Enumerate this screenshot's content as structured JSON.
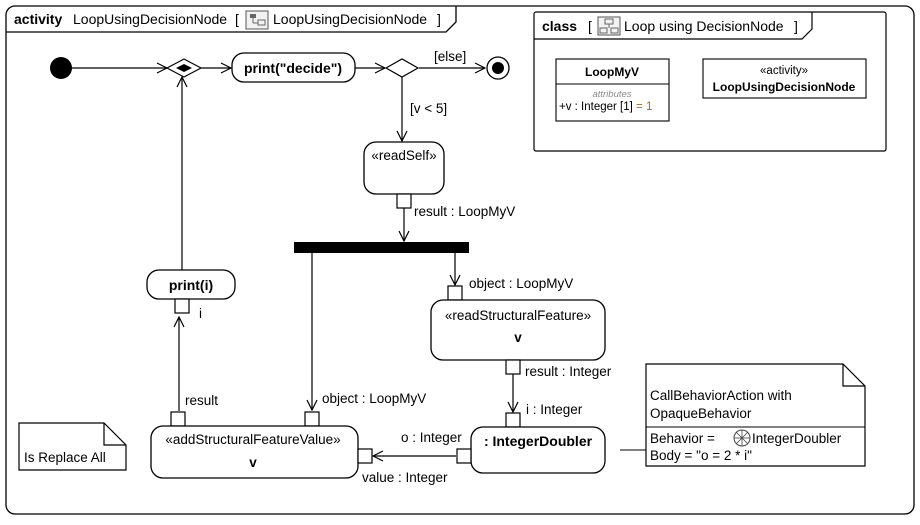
{
  "frame": {
    "keyword": "activity",
    "name": "LoopUsingDecisionNode",
    "bracket_open": "[",
    "diagram_name": "LoopUsingDecisionNode",
    "bracket_close": "]"
  },
  "class_frame": {
    "keyword": "class",
    "bracket_open": "[",
    "diagram_name": "Loop using DecisionNode",
    "bracket_close": "]",
    "class_box": {
      "name": "LoopMyV",
      "compartment_label": "attributes",
      "attr_prefix": "+v : Integer [1] ",
      "attr_default": "= 1"
    },
    "activity_box": {
      "stereotype": "«activity»",
      "name": "LoopUsingDecisionNode"
    }
  },
  "nodes": {
    "print_decide": "print(\"decide\")",
    "read_self": "«readSelf»",
    "print_i": "print(i)",
    "read_sf_stereotype": "«readStructuralFeature»",
    "read_sf_feature": "v",
    "add_sf_stereotype": "«addStructuralFeatureValue»",
    "add_sf_feature": "v",
    "integer_doubler": ": IntegerDoubler"
  },
  "labels": {
    "else_guard": "[else]",
    "v_lt_5_guard": "[v < 5]",
    "result_loopmyv": "result : LoopMyV",
    "object_loopmyv_top": "object : LoopMyV",
    "result_integer": "result : Integer",
    "i_integer": "i : Integer",
    "object_loopmyv_bottom": "object : LoopMyV",
    "o_integer": "o : Integer",
    "value_integer": "value : Integer",
    "result": "result",
    "i": "i"
  },
  "notes": {
    "replace_all": "Is Replace All",
    "call_title_line1": "CallBehaviorAction with",
    "call_title_line2": "OpaqueBehavior",
    "behavior_prefix": "Behavior = ",
    "behavior_name": "IntegerDoubler",
    "body": "Body = \"o = 2 * i\""
  }
}
